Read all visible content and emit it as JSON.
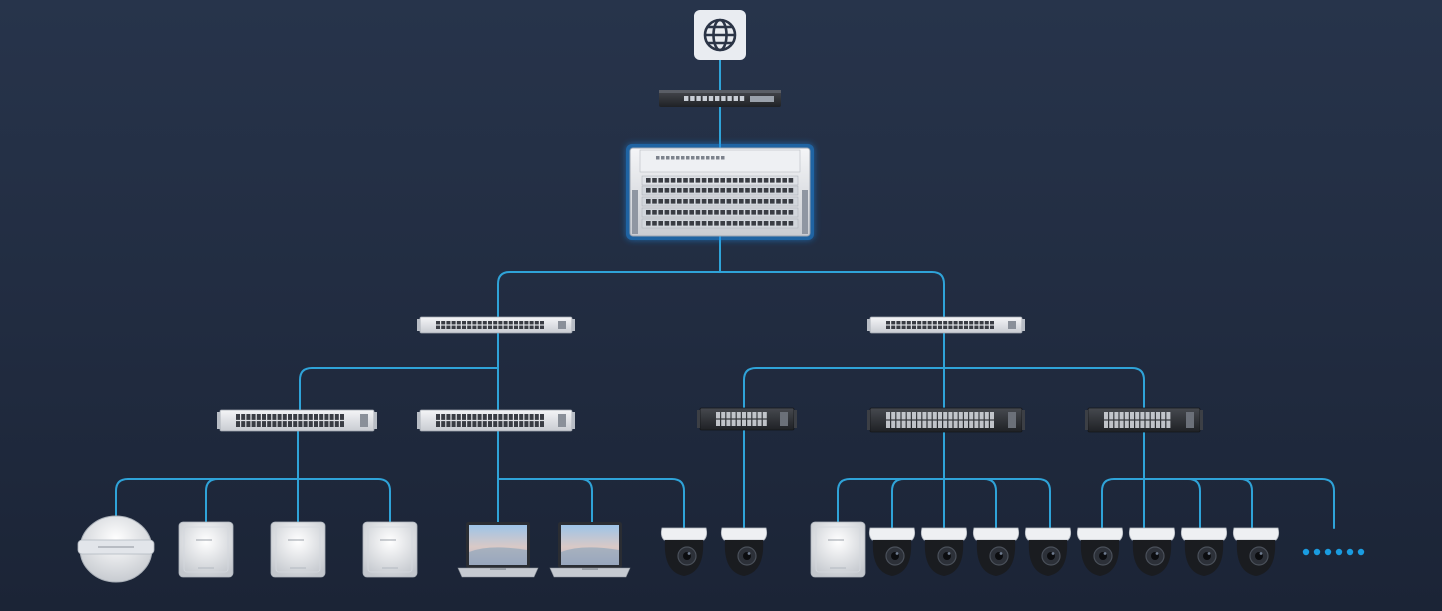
{
  "diagram": {
    "type": "network-topology",
    "colors": {
      "background": "#222d42",
      "link": "#2fa3d8",
      "core_glow": "#1f8ff0",
      "switch_light": "#e8eaee",
      "switch_dark": "#2e3034",
      "port": "#3a3d44",
      "ellipsis": "#1a9ce0"
    },
    "nodes": [
      {
        "id": "internet",
        "kind": "internet",
        "icon": "globe-icon"
      },
      {
        "id": "gateway",
        "kind": "router"
      },
      {
        "id": "core",
        "kind": "core-switch-chassis",
        "highlighted": true
      },
      {
        "id": "agg-left",
        "kind": "aggregation-switch"
      },
      {
        "id": "agg-right",
        "kind": "aggregation-switch"
      },
      {
        "id": "access-1",
        "kind": "access-switch-light"
      },
      {
        "id": "access-2",
        "kind": "access-switch-light"
      },
      {
        "id": "access-3",
        "kind": "access-switch-dark"
      },
      {
        "id": "access-4",
        "kind": "poe-switch-dark"
      },
      {
        "id": "access-5",
        "kind": "unmanaged-switch-dark"
      },
      {
        "id": "ap-outdoor",
        "kind": "outdoor-ap"
      },
      {
        "id": "ap-1",
        "kind": "ceiling-ap"
      },
      {
        "id": "ap-2",
        "kind": "ceiling-ap"
      },
      {
        "id": "ap-3",
        "kind": "ceiling-ap"
      },
      {
        "id": "laptop-1",
        "kind": "laptop"
      },
      {
        "id": "laptop-2",
        "kind": "laptop"
      },
      {
        "id": "cam-1",
        "kind": "dome-camera"
      },
      {
        "id": "cam-2",
        "kind": "dome-camera"
      },
      {
        "id": "ap-4",
        "kind": "ceiling-ap"
      },
      {
        "id": "cam-3",
        "kind": "dome-camera"
      },
      {
        "id": "cam-4",
        "kind": "dome-camera"
      },
      {
        "id": "cam-5",
        "kind": "dome-camera"
      },
      {
        "id": "cam-6",
        "kind": "dome-camera"
      },
      {
        "id": "cam-7",
        "kind": "dome-camera"
      },
      {
        "id": "cam-8",
        "kind": "dome-camera"
      },
      {
        "id": "cam-9",
        "kind": "dome-camera"
      },
      {
        "id": "cam-10",
        "kind": "dome-camera"
      },
      {
        "id": "more",
        "kind": "ellipsis"
      }
    ],
    "edges": [
      [
        "internet",
        "gateway"
      ],
      [
        "gateway",
        "core"
      ],
      [
        "core",
        "agg-left"
      ],
      [
        "core",
        "agg-right"
      ],
      [
        "agg-left",
        "access-1"
      ],
      [
        "agg-left",
        "access-2"
      ],
      [
        "agg-right",
        "access-3"
      ],
      [
        "agg-right",
        "access-4"
      ],
      [
        "agg-right",
        "access-5"
      ],
      [
        "access-1",
        "ap-outdoor"
      ],
      [
        "access-1",
        "ap-1"
      ],
      [
        "access-1",
        "ap-2"
      ],
      [
        "access-1",
        "ap-3"
      ],
      [
        "access-2",
        "laptop-1"
      ],
      [
        "access-2",
        "laptop-2"
      ],
      [
        "access-2",
        "cam-1"
      ],
      [
        "access-3",
        "cam-2"
      ],
      [
        "access-4",
        "ap-4"
      ],
      [
        "access-4",
        "cam-3"
      ],
      [
        "access-4",
        "cam-4"
      ],
      [
        "access-4",
        "cam-5"
      ],
      [
        "access-4",
        "cam-6"
      ],
      [
        "access-5",
        "cam-7"
      ],
      [
        "access-5",
        "cam-8"
      ],
      [
        "access-5",
        "cam-9"
      ],
      [
        "access-5",
        "cam-10"
      ],
      [
        "access-5",
        "more"
      ]
    ]
  }
}
